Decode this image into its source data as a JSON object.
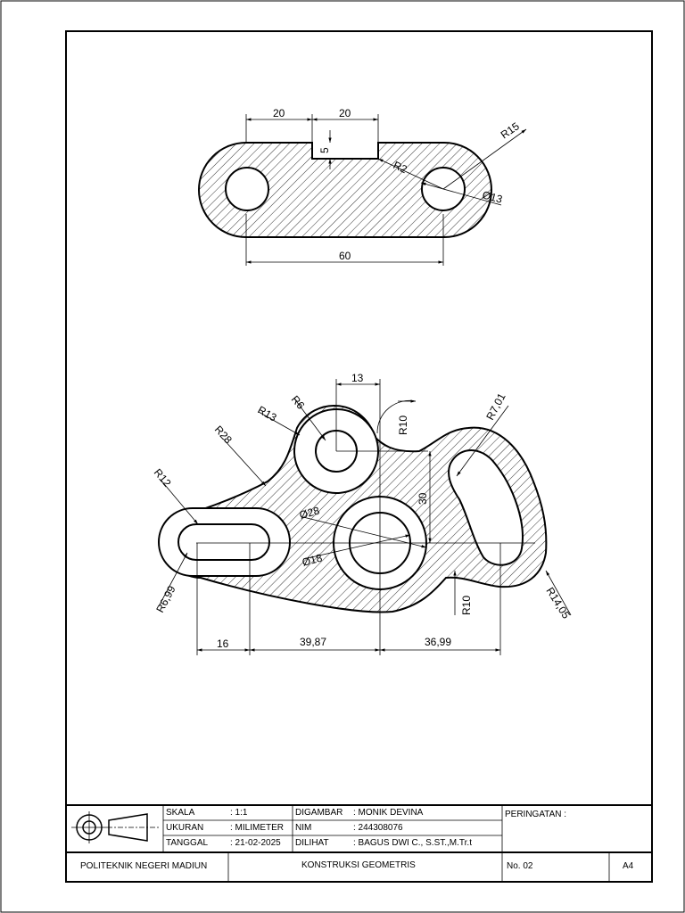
{
  "drawing_top": {
    "dims": {
      "slot_left": "20",
      "slot_right": "20",
      "slot_depth": "5",
      "center_distance": "60",
      "end_radius": "R15",
      "fillet_radius": "R2",
      "hole_diameter": "Ø13"
    }
  },
  "drawing_bottom": {
    "dims": {
      "top_width": "13",
      "boss_radius": "R6",
      "boss_outer_radius": "R13",
      "upper_arc_radius": "R28",
      "slot_end_radius": "R12",
      "slot_inner_radius": "R6,99",
      "outer_ring_diameter": "Ø28",
      "inner_ring_diameter": "Ø18",
      "notch_radius": "R10",
      "vertical_offset": "30",
      "arc_slot_radius": "R7,01",
      "lower_notch_radius": "R10",
      "outer_right_radius": "R14,05",
      "dist_1": "16",
      "dist_2": "39,87",
      "dist_3": "36,99"
    }
  },
  "title_block": {
    "skala_label": "SKALA",
    "skala_value": ": 1:1",
    "ukuran_label": "UKURAN",
    "ukuran_value": ": MILIMETER",
    "tanggal_label": "TANGGAL",
    "tanggal_value": ": 21-02-2025",
    "digambar_label": "DIGAMBAR",
    "digambar_value": ": MONIK DEVINA",
    "nim_label": "NIM",
    "nim_value": ": 244308076",
    "dilihat_label": "DILIHAT",
    "dilihat_value": ": BAGUS DWI C., S.ST.,M.Tr.t",
    "peringatan_label": "PERINGATAN :",
    "institution": "POLITEKNIK NEGERI MADIUN",
    "drawing_title": "KONSTRUKSI GEOMETRIS",
    "sheet_number": "No. 02",
    "paper_size": "A4"
  }
}
